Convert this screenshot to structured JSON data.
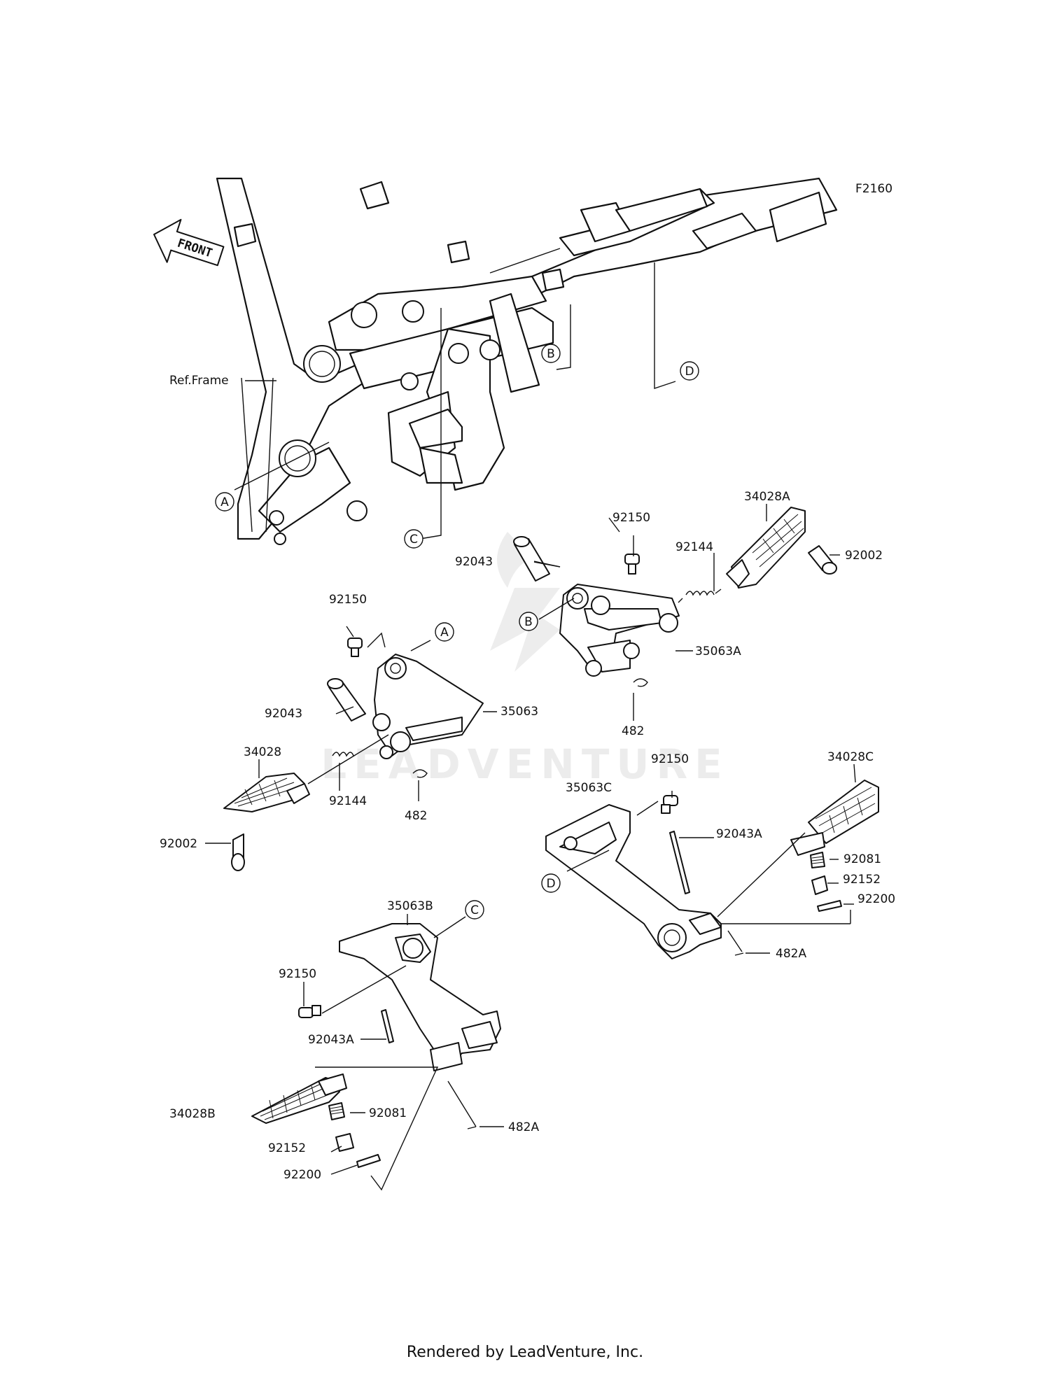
{
  "diagram_code": "F2160",
  "front_label": "FRONT",
  "ref_frame": "Ref.Frame",
  "watermark": "LEADVENTURE",
  "footer": "Rendered by LeadVenture, Inc.",
  "callouts": {
    "a1": "A",
    "a2": "A",
    "b1": "B",
    "b2": "B",
    "c1": "C",
    "c2": "C",
    "d1": "D",
    "d2": "D"
  },
  "parts": {
    "p34028A": "34028A",
    "p92150_r": "92150",
    "p92144_r": "92144",
    "p92043_r": "92043",
    "p92002_r": "92002",
    "p35063A": "35063A",
    "p482_r": "482",
    "p92150_l": "92150",
    "p92043_l": "92043",
    "p35063": "35063",
    "p34028": "34028",
    "p92144_l": "92144",
    "p482_l": "482",
    "p92002_l": "92002",
    "p92150_d": "92150",
    "p34028C": "34028C",
    "p35063C": "35063C",
    "p92043A_d": "92043A",
    "p92081_d": "92081",
    "p92152_d": "92152",
    "p92200_d": "92200",
    "p482A_d": "482A",
    "p35063B": "35063B",
    "p92150_c": "92150",
    "p92043A_c": "92043A",
    "p34028B": "34028B",
    "p92081_c": "92081",
    "p92152_c": "92152",
    "p92200_c": "92200",
    "p482A_c": "482A"
  }
}
